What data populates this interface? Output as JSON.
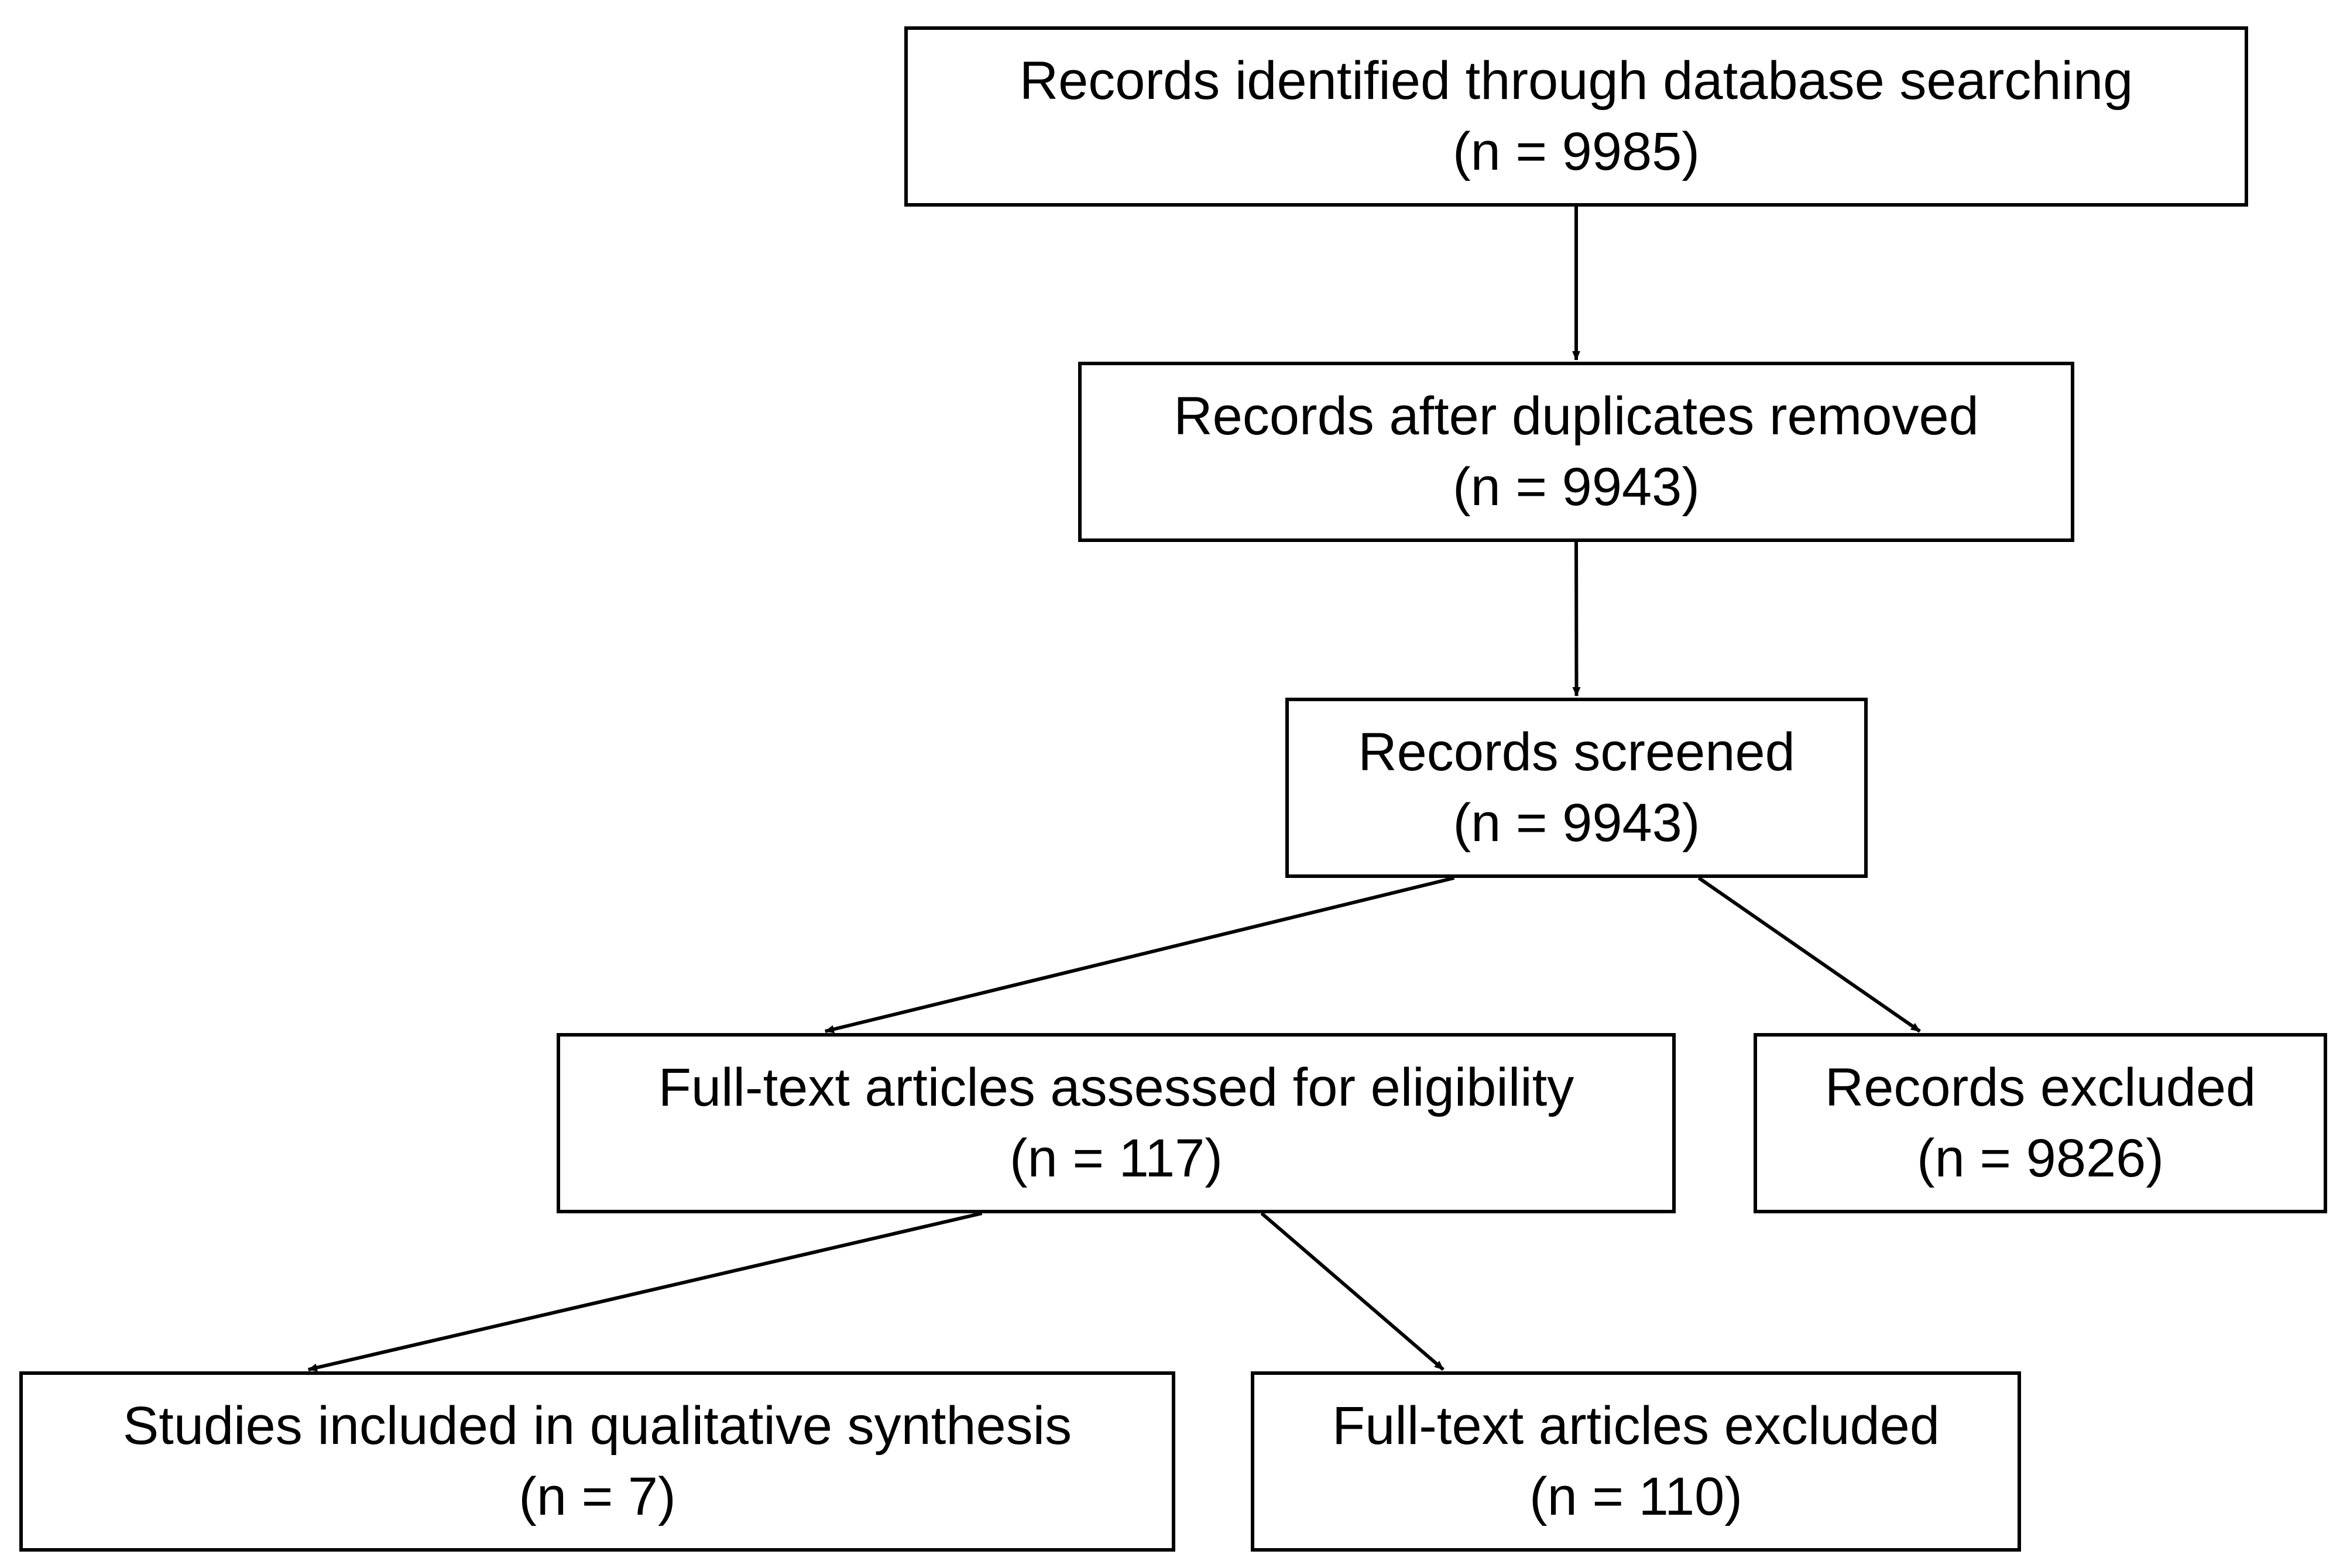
{
  "diagram": {
    "boxes": [
      {
        "id": "identified",
        "label": "Records identified through database searching",
        "count": "(n = 9985)"
      },
      {
        "id": "deduplicated",
        "label": "Records after duplicates removed",
        "count": "(n = 9943)"
      },
      {
        "id": "screened",
        "label": "Records screened",
        "count": "(n = 9943)"
      },
      {
        "id": "fulltext-assessed",
        "label": "Full-text articles assessed for eligibility",
        "count": "(n = 117)"
      },
      {
        "id": "records-excluded",
        "label": "Records excluded",
        "count": "(n = 9826)"
      },
      {
        "id": "included",
        "label": "Studies included in qualitative synthesis",
        "count": "(n = 7)"
      },
      {
        "id": "fulltext-excluded",
        "label": "Full-text articles excluded",
        "count": "(n = 110)"
      }
    ],
    "edges": [
      {
        "from": "identified",
        "to": "deduplicated"
      },
      {
        "from": "deduplicated",
        "to": "screened"
      },
      {
        "from": "screened",
        "to": "fulltext-assessed"
      },
      {
        "from": "screened",
        "to": "records-excluded"
      },
      {
        "from": "fulltext-assessed",
        "to": "included"
      },
      {
        "from": "fulltext-assessed",
        "to": "fulltext-excluded"
      }
    ],
    "colors": {
      "stroke": "#000000",
      "fill": "#ffffff",
      "text": "#000000"
    }
  }
}
